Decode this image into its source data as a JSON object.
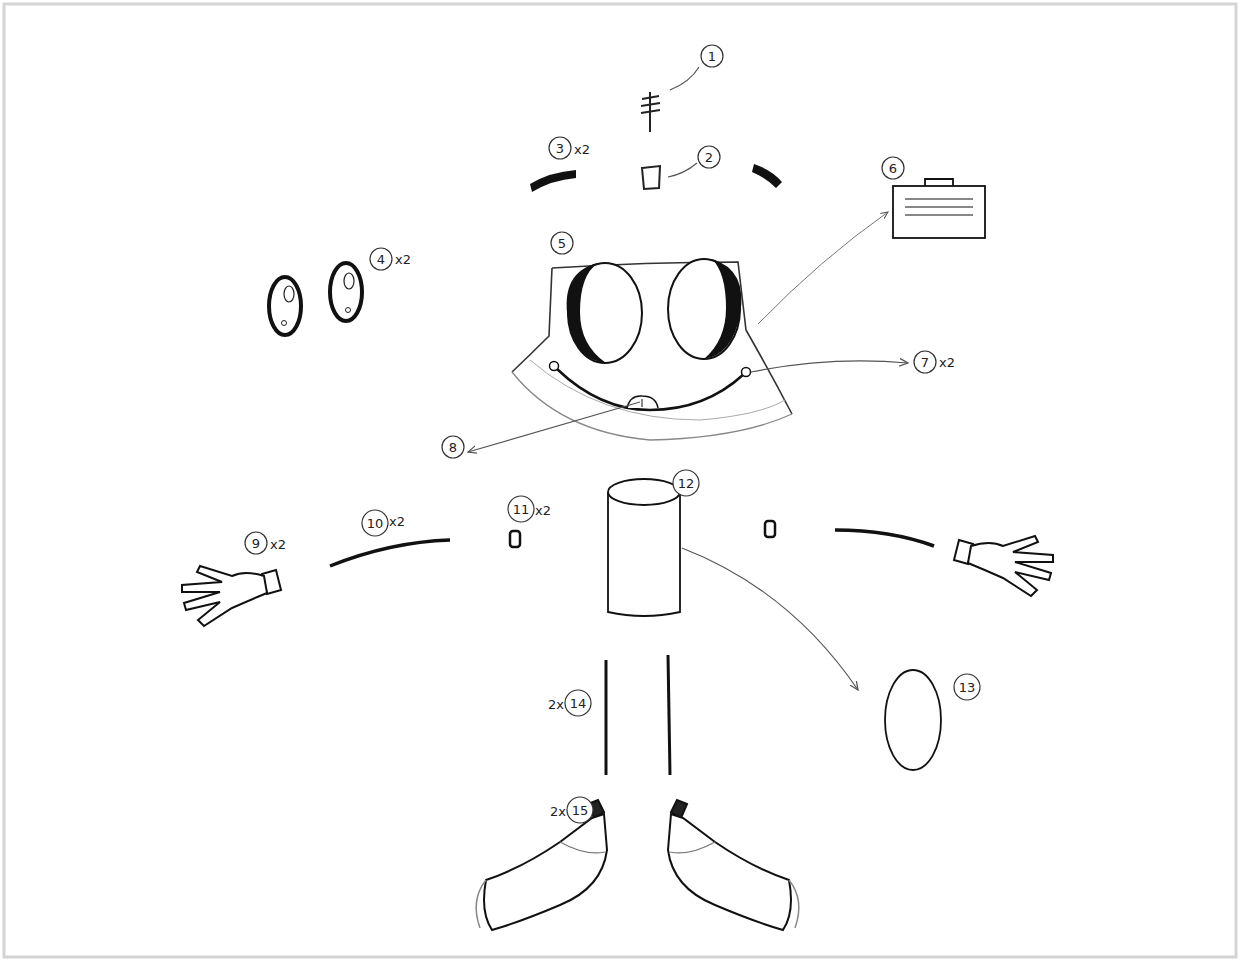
{
  "diagram": {
    "nodes": [
      {
        "text": [
          "1"
        ]
      },
      {
        "text": [
          "2"
        ]
      },
      {
        "text": [
          "3"
        ]
      },
      {
        "text": [
          "4"
        ]
      },
      {
        "text": [
          "5"
        ]
      },
      {
        "text": [
          "6"
        ]
      },
      {
        "text": [
          "7"
        ]
      },
      {
        "text": [
          "8"
        ]
      },
      {
        "text": [
          "9"
        ]
      },
      {
        "text": [
          "10"
        ]
      },
      {
        "text": [
          "11"
        ]
      },
      {
        "text": [
          "12"
        ]
      },
      {
        "text": [
          "13"
        ]
      },
      {
        "text": [
          "14"
        ]
      },
      {
        "text": [
          "15"
        ]
      }
    ],
    "labels": [
      "x2",
      "x2",
      "x2",
      "x2",
      "x2",
      "x2",
      "2x",
      "2x"
    ]
  }
}
